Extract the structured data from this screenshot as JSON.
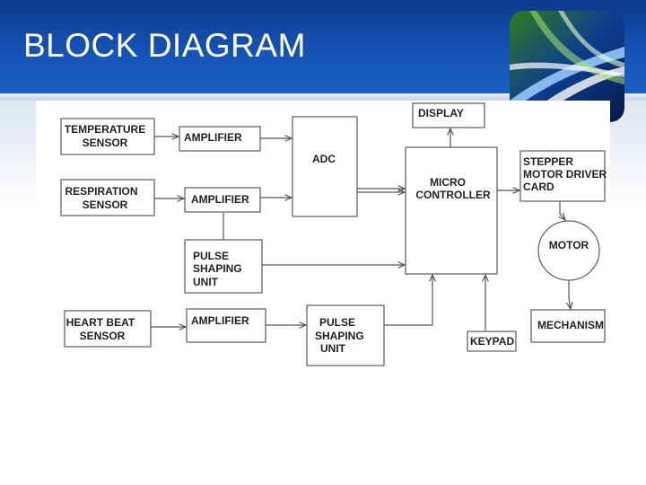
{
  "slide": {
    "title": "BLOCK DIAGRAM"
  },
  "diagram": {
    "blocks": {
      "temperature_sensor": [
        "TEMPERATURE",
        "SENSOR"
      ],
      "respiration_sensor": [
        "RESPIRATION",
        "SENSOR"
      ],
      "heart_beat_sensor": [
        "HEART BEAT",
        "SENSOR"
      ],
      "amplifier_1": [
        "AMPLIFIER"
      ],
      "amplifier_2": [
        "AMPLIFIER"
      ],
      "amplifier_3": [
        "AMPLIFIER"
      ],
      "pulse_shaping_1": [
        "PULSE",
        "SHAPING",
        "UNIT"
      ],
      "pulse_shaping_2": [
        "PULSE",
        "SHAPING",
        "UNIT"
      ],
      "adc": [
        "ADC"
      ],
      "micro_controller": [
        "MICRO",
        "CONTROLLER"
      ],
      "display": [
        "DISPLAY"
      ],
      "keypad": [
        "KEYPAD"
      ],
      "stepper_driver": [
        "STEPPER",
        "MOTOR DRIVER",
        "CARD"
      ],
      "motor": [
        "MOTOR"
      ],
      "mechanism": [
        "MECHANISM"
      ]
    }
  },
  "colors": {
    "header_dark": "#0b3a8c",
    "header_light": "#1a5fc4",
    "line": "#555555"
  }
}
